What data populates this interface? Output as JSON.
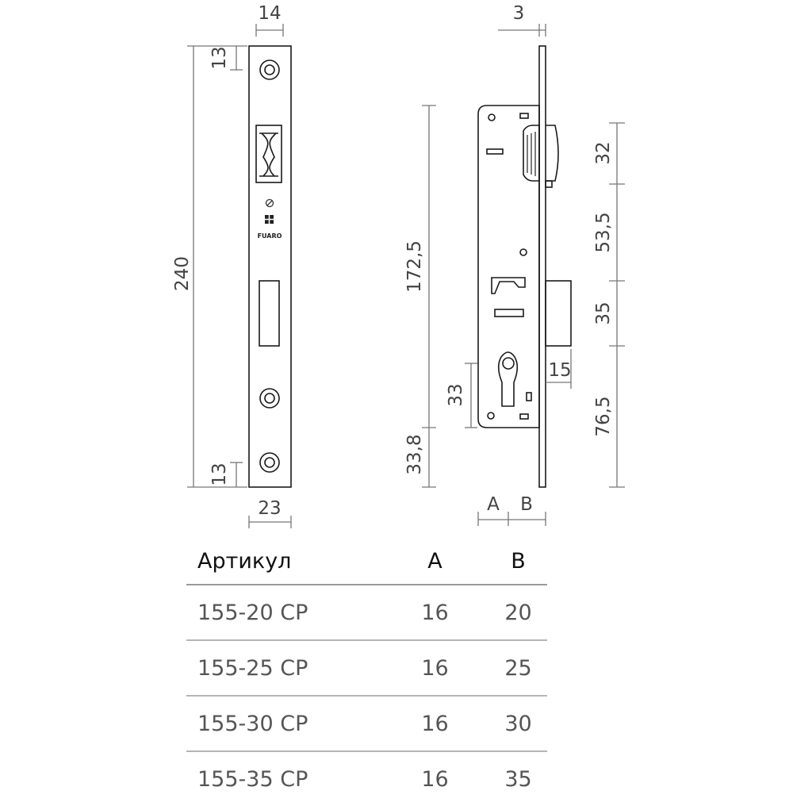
{
  "front_view": {
    "logo_text": "FUARO",
    "dims": {
      "faceplate_width_top": "14",
      "faceplate_width_bottom": "23",
      "total_height": "240",
      "top_screw_offset": "13",
      "bottom_screw_offset": "13"
    }
  },
  "side_view": {
    "dims": {
      "faceplate_thickness": "3",
      "body_height": "172,5",
      "bottom_offset": "33,8",
      "cylinder_height": "33",
      "latch_offset": "32",
      "latch_to_bolt": "53,5",
      "bolt_height": "35",
      "bolt_to_bottom": "76,5",
      "bolt_projection": "15",
      "label_a": "A",
      "label_b": "B"
    }
  },
  "table": {
    "headers": [
      "Артикул",
      "A",
      "B"
    ],
    "rows": [
      [
        "155-20 CP",
        "16",
        "20"
      ],
      [
        "155-25 CP",
        "16",
        "25"
      ],
      [
        "155-30 CP",
        "16",
        "30"
      ],
      [
        "155-35 CP",
        "16",
        "35"
      ]
    ]
  }
}
